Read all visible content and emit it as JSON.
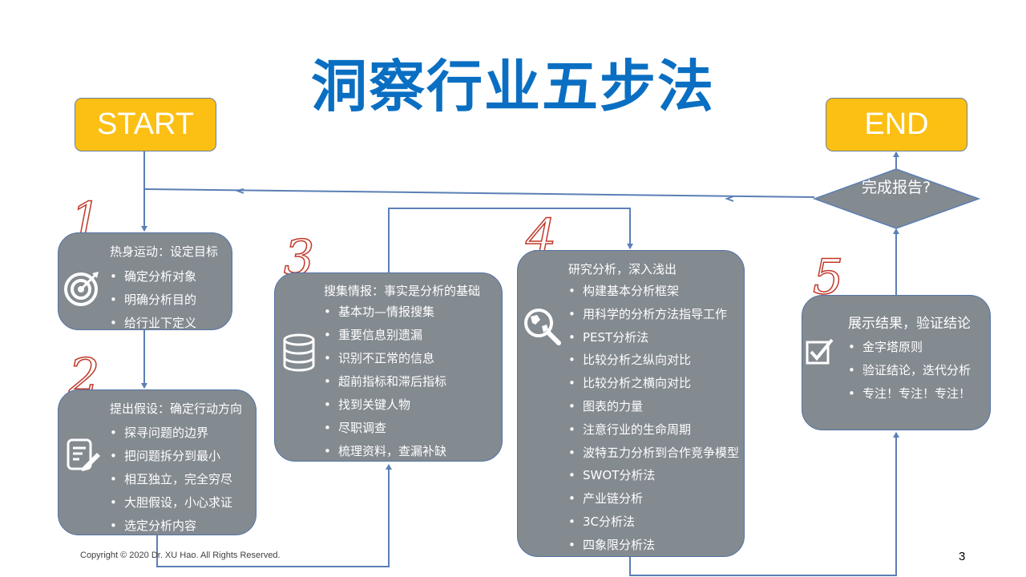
{
  "title": "洞察行业五步法",
  "start_label": "START",
  "end_label": "END",
  "decision_label": "完成报告?",
  "steps": [
    {
      "number": "1",
      "heading": "热身运动：设定目标",
      "items": [
        "确定分析对象",
        "明确分析目的",
        "给行业下定义"
      ],
      "icon": "target-icon"
    },
    {
      "number": "2",
      "heading": "提出假设：确定行动方向",
      "items": [
        "探寻问题的边界",
        "把问题拆分到最小",
        "相互独立，完全穷尽",
        "大胆假设，小心求证",
        "选定分析内容"
      ],
      "icon": "document-edit-icon"
    },
    {
      "number": "3",
      "heading": "搜集情报：事实是分析的基础",
      "items": [
        "基本功—情报搜集",
        "重要信息别遗漏",
        "识别不正常的信息",
        "超前指标和滞后指标",
        "找到关键人物",
        "尽职调查",
        "梳理资料，查漏补缺"
      ],
      "icon": "database-icon"
    },
    {
      "number": "4",
      "heading": "研究分析，深入浅出",
      "items": [
        "构建基本分析框架",
        "用科学的分析方法指导工作",
        "PEST分析法",
        "比较分析之纵向对比",
        "比较分析之横向对比",
        "图表的力量",
        "注意行业的生命周期",
        "波特五力分析到合作竞争模型",
        "SWOT分析法",
        "产业链分析",
        "3C分析法",
        "四象限分析法"
      ],
      "icon": "globe-search-icon"
    },
    {
      "number": "5",
      "heading": "展示结果，验证结论",
      "items": [
        "金字塔原则",
        "验证结论，迭代分析",
        "专注！专注！专注！"
      ],
      "icon": "checkbox-icon"
    }
  ],
  "footer": {
    "copyright": "Copyright © 2020 Dr. XU Hao. All Rights Reserved.",
    "page": "3"
  },
  "colors": {
    "title": "#0a6fc2",
    "terminal": "#fcbf13",
    "box": "#838a90",
    "line": "#5b7fb5",
    "number_outline": "#c0392b"
  }
}
